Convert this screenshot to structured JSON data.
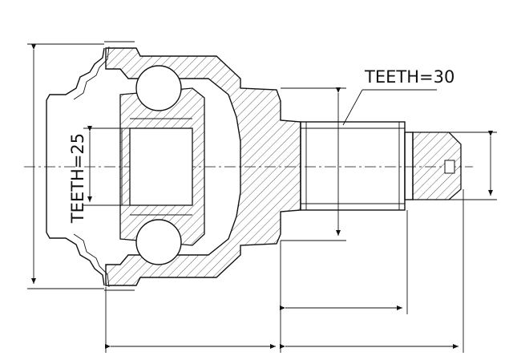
{
  "drawing": {
    "subject": "cv-joint-cross-section",
    "outer_spline_label": "TEETH=30",
    "inner_spline_label": "TEETH=25",
    "line_color": "#111111",
    "background": "#ffffff"
  }
}
